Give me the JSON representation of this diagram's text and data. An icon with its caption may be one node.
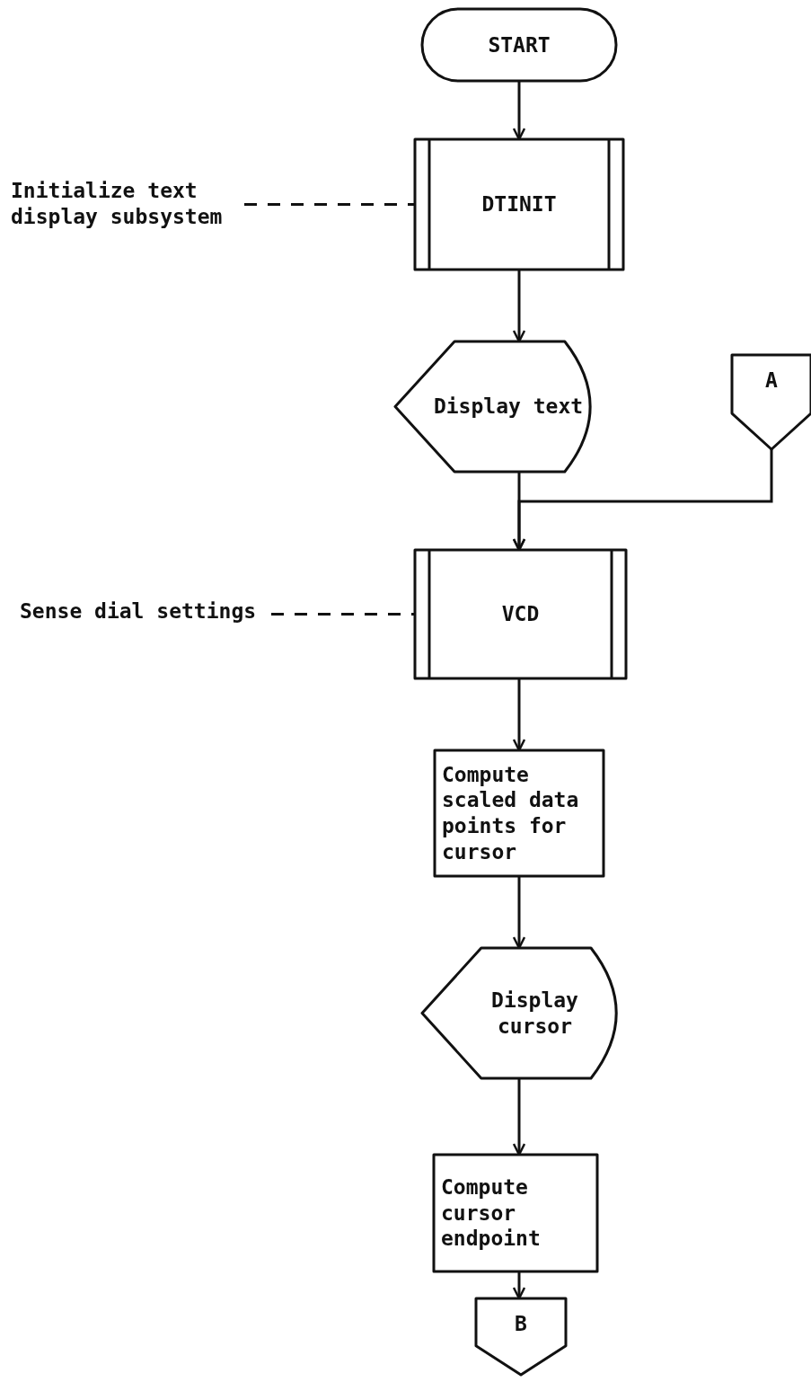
{
  "diagram": {
    "nodes": [
      {
        "text": [
          "START"
        ]
      },
      {
        "text": [
          "Initialize text display subsystem"
        ]
      },
      {
        "text": [
          "DTINIT"
        ]
      },
      {
        "text": [
          "Display text"
        ]
      },
      {
        "text": [
          "A"
        ]
      },
      {
        "text": [
          "Sense dial settings"
        ]
      },
      {
        "text": [
          "VCD"
        ]
      },
      {
        "text": [
          "Compute scaled data points for cursor"
        ]
      },
      {
        "text": [
          "Display cursor"
        ]
      },
      {
        "text": [
          "Compute cursor endpoint"
        ]
      },
      {
        "text": [
          "B"
        ]
      }
    ],
    "edges": [
      {
        "from": 0,
        "to": 2,
        "arrow": "to"
      },
      {
        "from": 1,
        "to": 2,
        "arrow": "none",
        "style": "dashed"
      },
      {
        "from": 2,
        "to": 3,
        "arrow": "to"
      },
      {
        "from": 3,
        "to": 6,
        "arrow": "to"
      },
      {
        "from": 4,
        "to": 6,
        "arrow": "to"
      },
      {
        "from": 5,
        "to": 6,
        "arrow": "none",
        "style": "dashed"
      },
      {
        "from": 6,
        "to": 7,
        "arrow": "to"
      },
      {
        "from": 7,
        "to": 8,
        "arrow": "to"
      },
      {
        "from": 8,
        "to": 9,
        "arrow": "to"
      },
      {
        "from": 9,
        "to": 10,
        "arrow": "to"
      }
    ]
  }
}
